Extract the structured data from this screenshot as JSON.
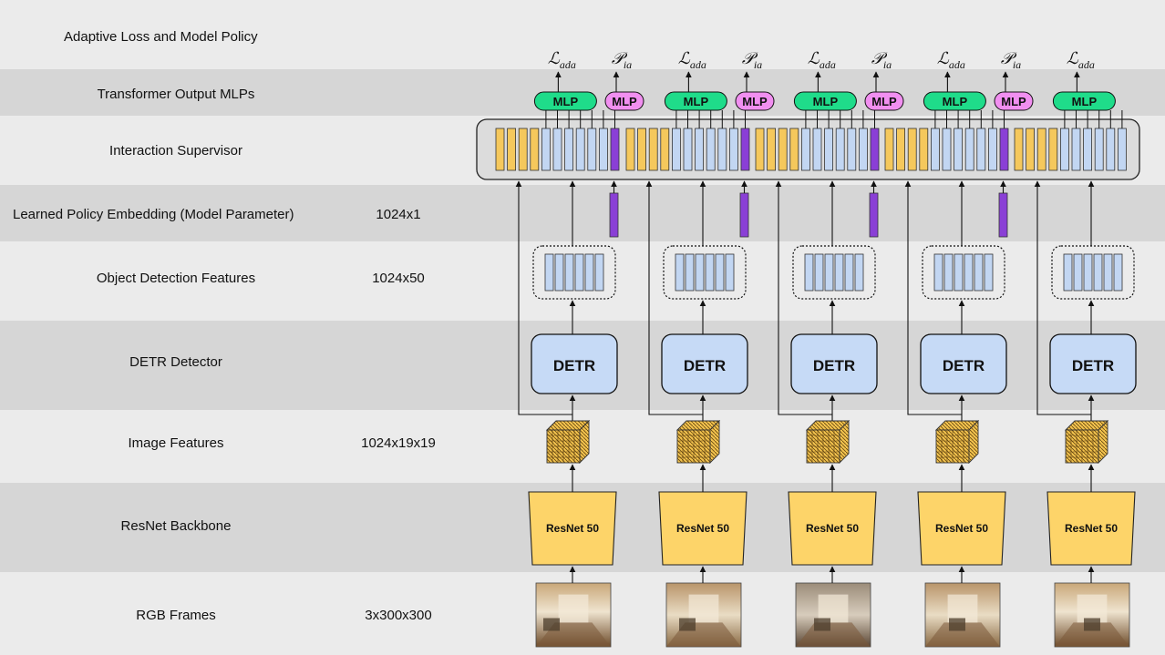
{
  "rows": [
    {
      "label": "Adaptive Loss and Model Policy",
      "dim": ""
    },
    {
      "label": "Transformer Output MLPs",
      "dim": ""
    },
    {
      "label": "Interaction Supervisor",
      "dim": ""
    },
    {
      "label": "Learned Policy Embedding (Model Parameter)",
      "dim": "1024x1"
    },
    {
      "label": "Object Detection Features",
      "dim": "1024x50"
    },
    {
      "label": "DETR Detector",
      "dim": ""
    },
    {
      "label": "Image Features",
      "dim": "1024x19x19"
    },
    {
      "label": "ResNet Backbone",
      "dim": ""
    },
    {
      "label": "RGB Frames",
      "dim": "3x300x300"
    }
  ],
  "outputs": {
    "loss_symbol": "ℒ",
    "loss_subscript": "ada",
    "policy_symbol": "𝒫",
    "policy_subscript": "ia"
  },
  "mlp_label": "MLP",
  "detr_label": "DETR",
  "resnet_label": "ResNet 50",
  "frame_count": 5,
  "colors": {
    "band_dark": "#d6d6d6",
    "band_light": "#ebebeb",
    "image_token": "#f5c85c",
    "object_token": "#c2d6f2",
    "policy_token": "#8a3fd6",
    "mlp_green": "#1fdc8a",
    "mlp_pink": "#f18ff0",
    "detr_fill": "#c6daf6",
    "resnet_fill": "#fdd469",
    "supervisor_fill": "#dcdcdc"
  }
}
